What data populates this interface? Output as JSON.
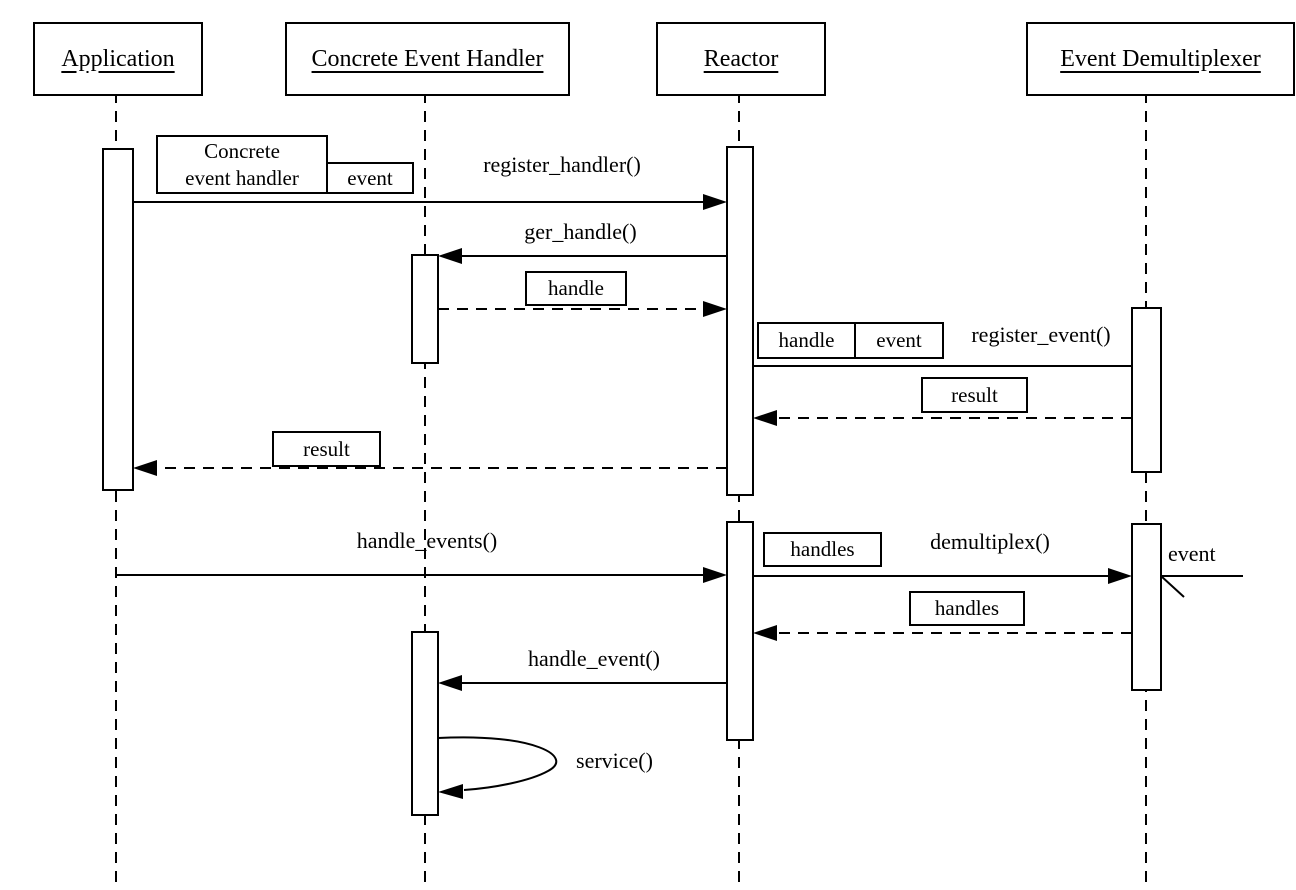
{
  "diagram": {
    "type": "uml-sequence",
    "pattern": "Reactor",
    "participants": [
      {
        "id": "application",
        "label": "Application"
      },
      {
        "id": "concrete-event-handler",
        "label": "Concrete Event Handler"
      },
      {
        "id": "reactor",
        "label": "Reactor"
      },
      {
        "id": "event-demultiplexer",
        "label": "Event Demultiplexer"
      }
    ],
    "messages": [
      {
        "from": "Application",
        "to": "Reactor",
        "label": "register_handler()",
        "style": "solid",
        "params": [
          "Concrete event handler",
          "event"
        ],
        "params_display": {
          "line1": "Concrete",
          "line2": "event handler",
          "attached": "event"
        }
      },
      {
        "from": "Reactor",
        "to": "Concrete Event Handler",
        "label": "ger_handle()",
        "style": "solid"
      },
      {
        "from": "Concrete Event Handler",
        "to": "Reactor",
        "label": "handle",
        "style": "dashed-return",
        "boxed": true
      },
      {
        "from": "Reactor",
        "to": "Event Demultiplexer",
        "label": "register_event()",
        "style": "solid",
        "params": [
          "handle",
          "event"
        ]
      },
      {
        "from": "Event Demultiplexer",
        "to": "Reactor",
        "label": "result",
        "style": "dashed-return",
        "boxed": true
      },
      {
        "from": "Reactor",
        "to": "Application",
        "label": "result",
        "style": "dashed-return",
        "boxed": true
      },
      {
        "from": "Application",
        "to": "Reactor",
        "label": "handle_events()",
        "style": "solid"
      },
      {
        "from": "Reactor",
        "to": "Event Demultiplexer",
        "label": "demultiplex()",
        "style": "solid",
        "params": [
          "handles"
        ]
      },
      {
        "from": "external",
        "to": "Event Demultiplexer",
        "label": "event",
        "style": "solid-external"
      },
      {
        "from": "Event Demultiplexer",
        "to": "Reactor",
        "label": "handles",
        "style": "dashed-return",
        "boxed": true
      },
      {
        "from": "Reactor",
        "to": "Concrete Event Handler",
        "label": "handle_event()",
        "style": "solid"
      },
      {
        "from": "Concrete Event Handler",
        "to": "Concrete Event Handler",
        "label": "service()",
        "style": "self-loop"
      }
    ],
    "colors": {
      "line": "#000000",
      "background": "#ffffff"
    }
  }
}
